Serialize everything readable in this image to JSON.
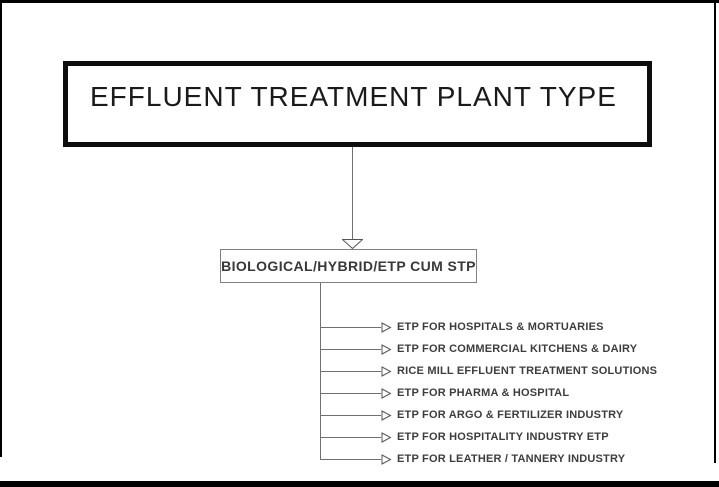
{
  "diagram": {
    "title": "EFFLUENT TREATMENT PLANT TYPE",
    "root": "BIOLOGICAL/HYBRID/ETP CUM STP",
    "branches": [
      "ETP FOR HOSPITALS & MORTUARIES",
      "ETP FOR COMMERCIAL KITCHENS & DAIRY",
      "RICE MILL EFFLUENT TREATMENT SOLUTIONS",
      "ETP FOR PHARMA & HOSPITAL",
      "ETP FOR ARGO & FERTILIZER INDUSTRY",
      "ETP FOR HOSPITALITY INDUSTRY ETP",
      "ETP FOR LEATHER / TANNERY INDUSTRY"
    ]
  },
  "icons": {
    "down_arrowhead": "open-triangle-down",
    "branch_arrowhead": "open-triangle-right"
  },
  "colors": {
    "frame": "#000000",
    "connector": "#707070",
    "node_border": "#808080",
    "title_text": "#1a1a1a",
    "body_text": "#3d3d3d",
    "background": "#ffffff"
  }
}
